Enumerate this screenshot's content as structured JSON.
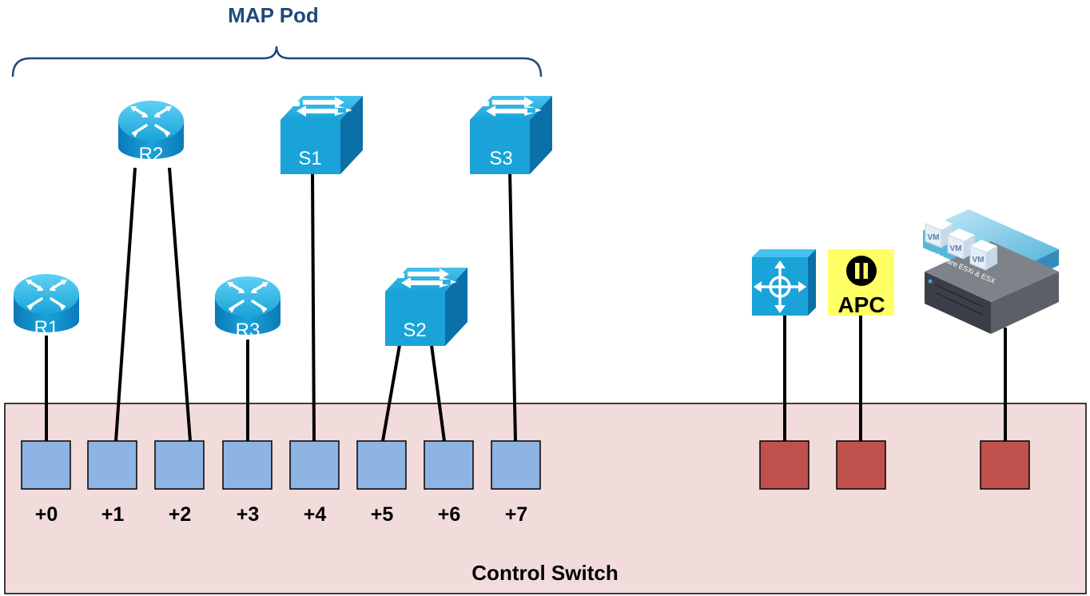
{
  "title": "MAP Pod",
  "control_switch": {
    "label": "Control Switch"
  },
  "pod_ports": [
    "+0",
    "+1",
    "+2",
    "+3",
    "+4",
    "+5",
    "+6",
    "+7"
  ],
  "devices": {
    "r1": "R1",
    "r2": "R2",
    "r3": "R3",
    "s1": "S1",
    "s2": "S2",
    "s3": "S3",
    "apc": "APC",
    "vm": "VM",
    "esx": "VMware ESXi & ESX"
  },
  "colors": {
    "title": "#1f497d",
    "device": "#1aa3d9",
    "pod_port": "#8eb4e3",
    "service_port": "#c0504d",
    "switch_bg": "#f2dcdb",
    "apc_bg": "#ffff66"
  },
  "icons": [
    "router-icon",
    "switch-icon",
    "layer3-switch-icon",
    "pause-icon",
    "server-icon"
  ]
}
